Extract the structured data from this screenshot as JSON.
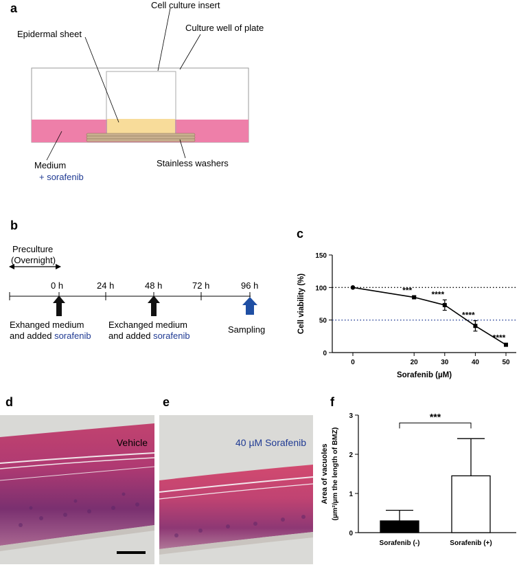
{
  "panels": {
    "a": {
      "letter": "a",
      "labels": {
        "cell_culture_insert": "Cell culture insert",
        "culture_well": "Culture well of plate",
        "epidermal_sheet": "Epidermal sheet",
        "medium": "Medium",
        "medium_sorafenib": "+ sorafenib",
        "washers": "Stainless washers"
      },
      "colors": {
        "medium": "#ee7fa9",
        "sheet": "#f8dc9a",
        "washer": "#c9b08f"
      }
    },
    "b": {
      "letter": "b",
      "preculture_line1": "Preculture",
      "preculture_line2": "(Overnight)",
      "ticks": [
        "0 h",
        "24 h",
        "48 h",
        "72 h",
        "96 h"
      ],
      "event1_line1": "Exhanged medium",
      "event1_line2_a": "and added ",
      "event1_line2_b": "sorafenib",
      "event2_line1": "Exchanged medium",
      "event2_line2_a": "and added ",
      "event2_line2_b": "sorafenib",
      "sampling": "Sampling",
      "colors": {
        "sampling_arrow": "#1f4fa3"
      }
    },
    "c": {
      "letter": "c"
    },
    "d": {
      "letter": "d",
      "label": "Vehicle"
    },
    "e": {
      "letter": "e",
      "label": "40 µM Sorafenib"
    },
    "f": {
      "letter": "f"
    }
  },
  "chart_data": [
    {
      "type": "line",
      "panel": "c",
      "xlabel": "Sorafenib (µM)",
      "ylabel": "Cell viability (%)",
      "x": [
        0,
        20,
        30,
        40,
        50
      ],
      "x_ticks": [
        0,
        20,
        30,
        40,
        50
      ],
      "y_ticks": [
        0,
        50,
        100,
        150
      ],
      "ylim": [
        0,
        150
      ],
      "series": [
        {
          "values": [
            100,
            85,
            73,
            41,
            12
          ],
          "error": [
            0,
            2,
            8,
            8,
            2
          ]
        }
      ],
      "significance": [
        "",
        "***",
        "****",
        "****",
        "****"
      ],
      "reference_lines": [
        {
          "y": 100,
          "color": "#000000",
          "style": "dotted"
        },
        {
          "y": 50,
          "color": "#1f3a93",
          "style": "dotted"
        }
      ]
    },
    {
      "type": "bar",
      "panel": "f",
      "ylabel_line1": "Area of vacuoles",
      "ylabel_line2": "(µm²/µm the length of BMZ)",
      "categories": [
        "Sorafenib (-)",
        "Sorafenib (+)"
      ],
      "values": [
        0.3,
        1.45
      ],
      "error": [
        0.27,
        0.95
      ],
      "fills": [
        "#000000",
        "#ffffff"
      ],
      "ylim": [
        0,
        3
      ],
      "y_ticks": [
        0,
        1,
        2,
        3
      ],
      "significance": "***"
    }
  ]
}
